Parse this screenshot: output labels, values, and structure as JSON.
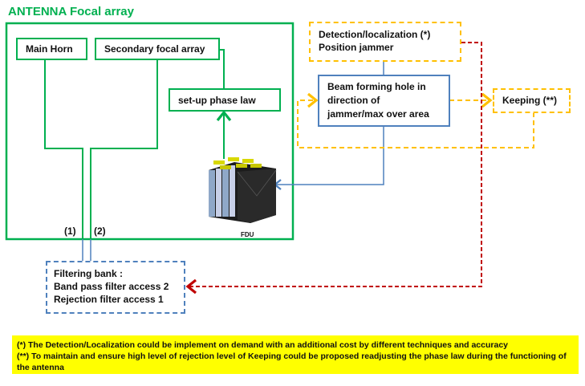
{
  "title": "ANTENNA Focal array",
  "colors": {
    "antenna_green": "#00B050",
    "beam_blue": "#4F81BD",
    "loop_yellow": "#FFC000",
    "feedback_red": "#C00000",
    "note_bg": "#FFFF00"
  },
  "antenna": {
    "main_horn": "Main Horn",
    "secondary_array": "Secondary focal array",
    "phase_law": "set-up phase law",
    "port_1": "(1)",
    "port_2": "(2)",
    "fdu_label": "FDU"
  },
  "detection": {
    "line1": "Detection/localization (*)",
    "line2": "Position  jammer"
  },
  "beam_forming": {
    "line1": "Beam forming hole in",
    "line2": "direction of",
    "line3": "jammer/max over area"
  },
  "keeping": "Keeping (**)",
  "filtering_bank": {
    "line1": "Filtering bank :",
    "line2": "Band pass filter access 2",
    "line3": "Rejection filter access 1"
  },
  "notes": [
    "(*) The Detection/Localization could be implement on demand with an additional cost by different techniques and accuracy",
    "(**) To maintain  and ensure high level of rejection level of Keeping could be proposed readjusting the phase law during the functioning of the antenna"
  ]
}
